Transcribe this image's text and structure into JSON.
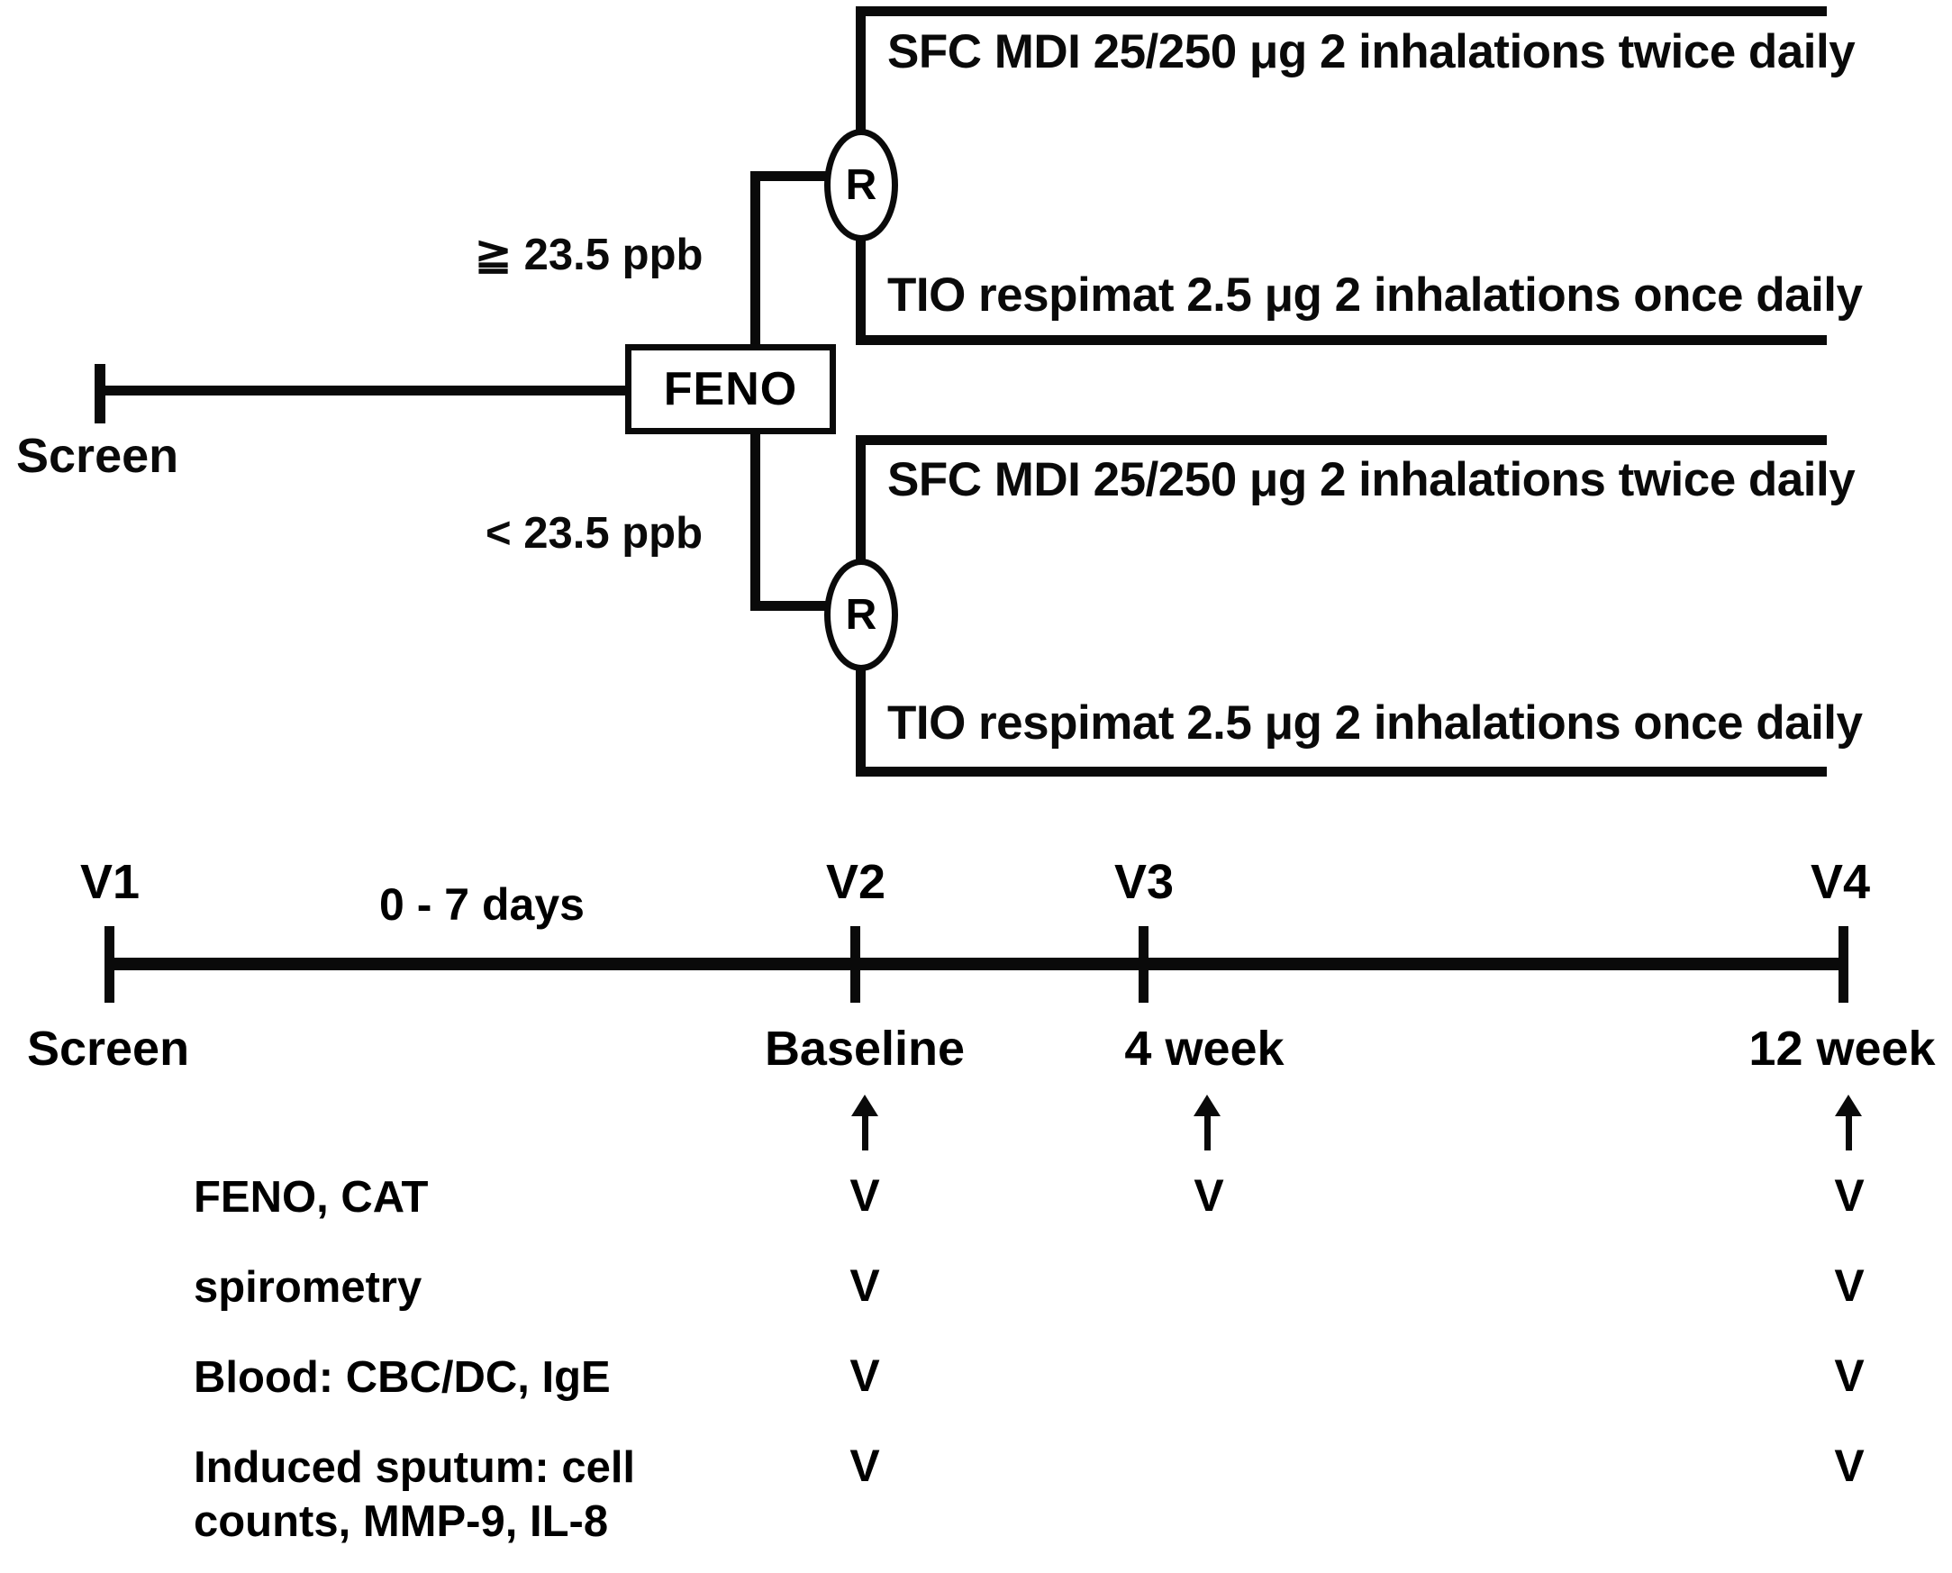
{
  "figure": {
    "type": "study-design-flow-and-timeline",
    "background": "#ffffff",
    "ink": "#0a0a0a"
  },
  "flow": {
    "start_label": "Screen",
    "decision_node": "FENO",
    "randomize_node_label": "R",
    "branches": [
      {
        "condition": "≧ 23.5 ppb",
        "arms": [
          "SFC MDI 25/250 μg 2 inhalations twice daily",
          "TIO respimat 2.5 μg 2 inhalations once daily"
        ]
      },
      {
        "condition": "< 23.5 ppb",
        "arms": [
          "SFC MDI 25/250 μg 2 inhalations twice daily",
          "TIO respimat 2.5 μg 2 inhalations once daily"
        ]
      }
    ]
  },
  "timeline": {
    "interval_label": "0 - 7 days",
    "visits": [
      {
        "code": "V1",
        "name": "Screen"
      },
      {
        "code": "V2",
        "name": "Baseline"
      },
      {
        "code": "V3",
        "name": "4 week"
      },
      {
        "code": "V4",
        "name": "12 week"
      }
    ]
  },
  "assessments": {
    "check_mark": "V",
    "rows": [
      {
        "label": "FENO, CAT",
        "visits": [
          "",
          "V",
          "V",
          "V"
        ]
      },
      {
        "label": "spirometry",
        "visits": [
          "",
          "V",
          "",
          "V"
        ]
      },
      {
        "label": "Blood: CBC/DC, IgE",
        "visits": [
          "",
          "V",
          "",
          "V"
        ]
      },
      {
        "label": "Induced sputum: cell\ncounts, MMP-9, IL-8",
        "visits": [
          "",
          "V",
          "",
          "V"
        ]
      }
    ]
  }
}
